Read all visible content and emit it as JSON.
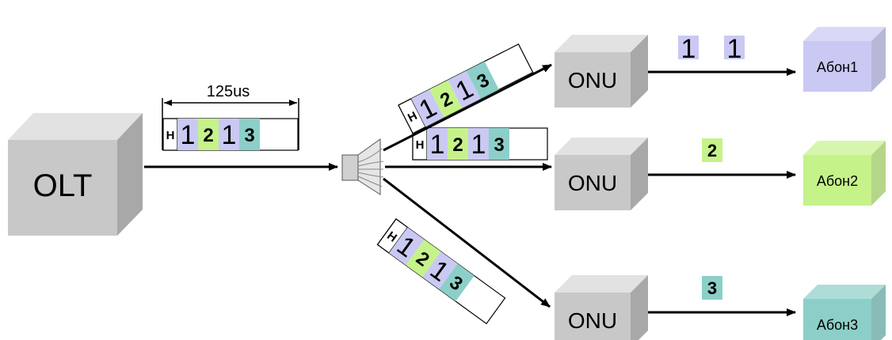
{
  "olt": {
    "label": "OLT"
  },
  "frame_width_label": "125us",
  "frame": {
    "header": "H",
    "slots": [
      "1",
      "2",
      "1",
      "3"
    ]
  },
  "onus": [
    {
      "label": "ONU",
      "out_slots": [
        "1",
        "1"
      ],
      "subscriber": "Абон1",
      "color": "#c9c9f3"
    },
    {
      "label": "ONU",
      "out_slots": [
        "2"
      ],
      "subscriber": "Абон2",
      "color": "#c6f28a"
    },
    {
      "label": "ONU",
      "out_slots": [
        "3"
      ],
      "subscriber": "Абон3",
      "color": "#8ccfc8"
    }
  ],
  "colors": {
    "slot1": "#c9c9f3",
    "slot2": "#c6f28a",
    "slot3": "#8ccfc8",
    "box_front": "#c8c8c8",
    "box_top": "#e2e2e2",
    "box_side": "#a8a8a8"
  }
}
